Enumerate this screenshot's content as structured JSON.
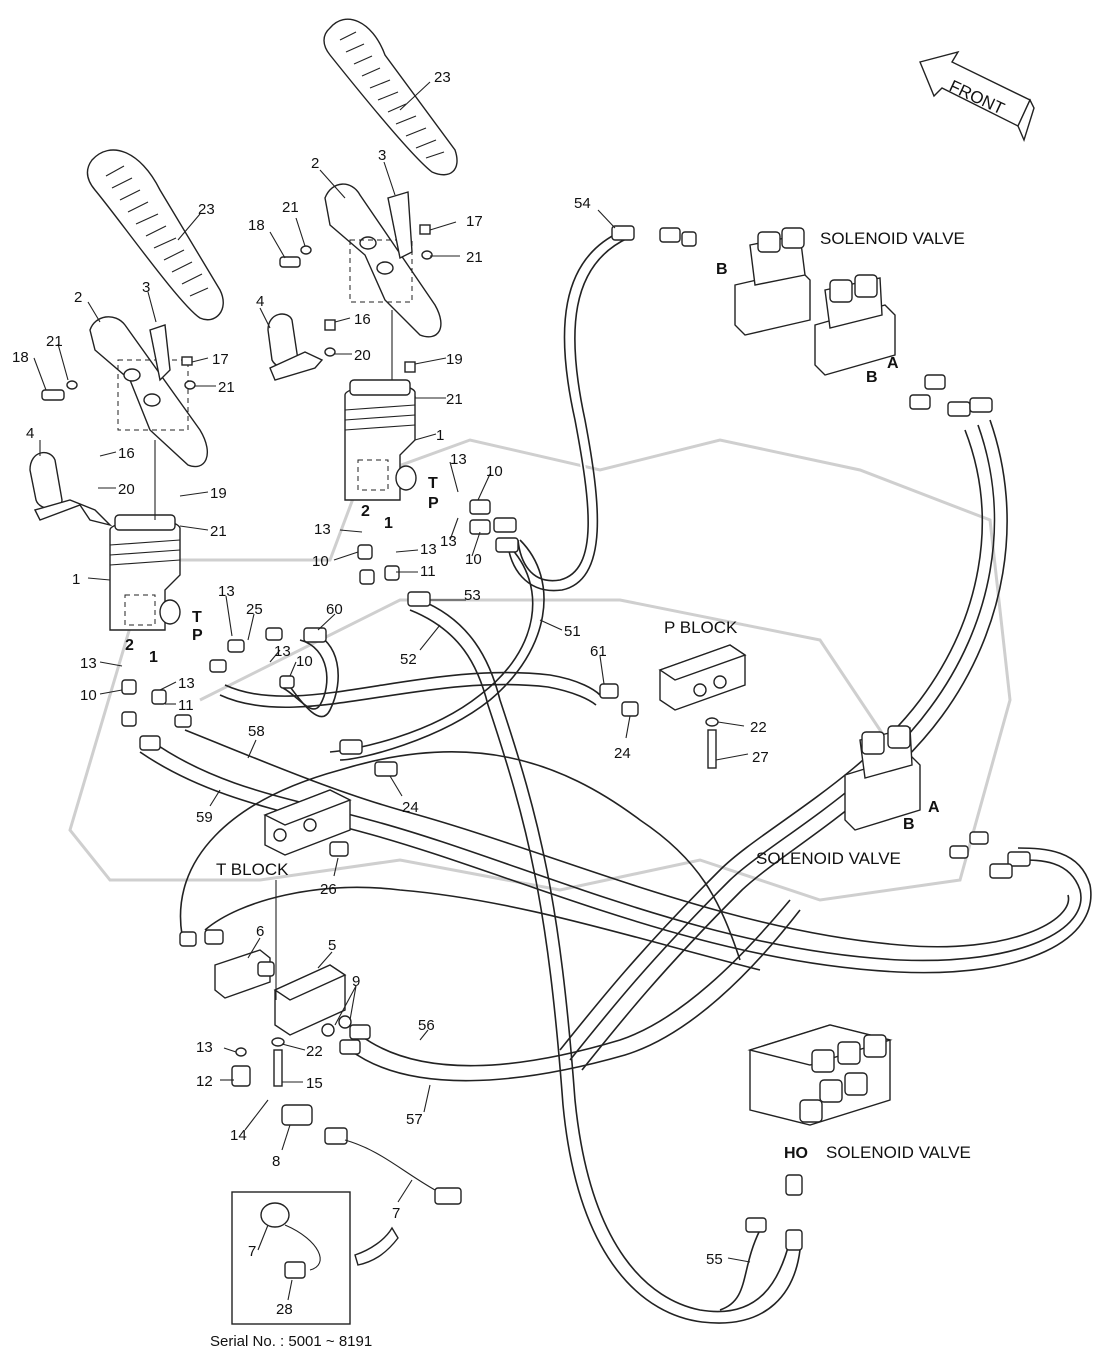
{
  "labels": {
    "front": "FRONT",
    "solenoid_valve_top": "SOLENOID VALVE",
    "solenoid_valve_mid": "SOLENOID VALVE",
    "solenoid_valve_bottom": "SOLENOID VALVE",
    "p_block": "P BLOCK",
    "t_block": "T BLOCK",
    "serial": "Serial No. : 5001 ~ 8191"
  },
  "ports": {
    "a": "A",
    "b": "B",
    "t": "T",
    "p": "P",
    "one": "1",
    "two": "2",
    "ho": "HO"
  },
  "callouts": [
    "1",
    "2",
    "3",
    "4",
    "5",
    "6",
    "7",
    "8",
    "9",
    "10",
    "11",
    "12",
    "13",
    "14",
    "15",
    "16",
    "17",
    "18",
    "19",
    "20",
    "21",
    "22",
    "23",
    "24",
    "25",
    "26",
    "27",
    "28",
    "51",
    "52",
    "53",
    "54",
    "55",
    "56",
    "57",
    "58",
    "59",
    "60",
    "61"
  ]
}
